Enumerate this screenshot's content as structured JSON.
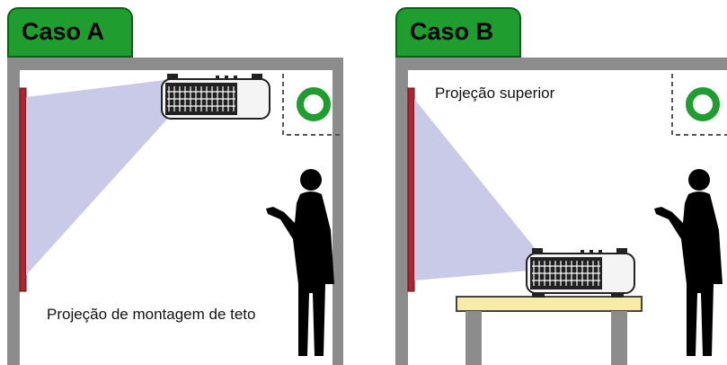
{
  "colors": {
    "tab_green": "#1f9d2e",
    "frame_gray": "#8c8c8c",
    "screen_red": "#b0252f",
    "beam": "#c9cae8",
    "table_top": "#f6eca8",
    "check_green": "#1f9d2e"
  },
  "case_a": {
    "tab_label": "Caso A",
    "caption": "Projeção de montagem de teto"
  },
  "case_b": {
    "tab_label": "Caso B",
    "caption": "Projeção superior"
  },
  "icons": [
    "projector-icon",
    "person-silhouette-icon",
    "ok-circle-icon"
  ]
}
